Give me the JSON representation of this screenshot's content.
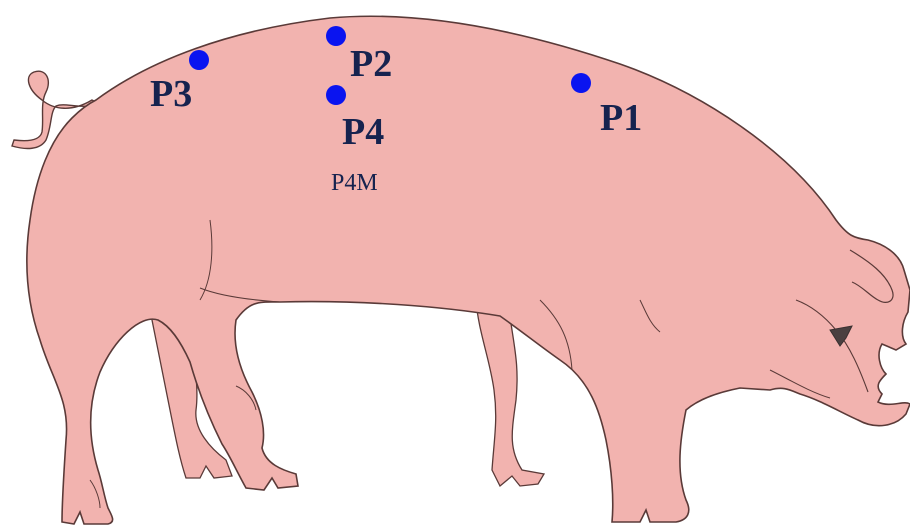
{
  "colors": {
    "body_fill": "#f2b3af",
    "outline": "#5a3a38",
    "point_marker": "#0a14f0",
    "label_text": "#16234f",
    "nostril": "#4a4040"
  },
  "points": [
    {
      "id": "P1",
      "label": "P1"
    },
    {
      "id": "P2",
      "label": "P2"
    },
    {
      "id": "P3",
      "label": "P3"
    },
    {
      "id": "P4",
      "label": "P4"
    }
  ],
  "sub_label": "P4M"
}
